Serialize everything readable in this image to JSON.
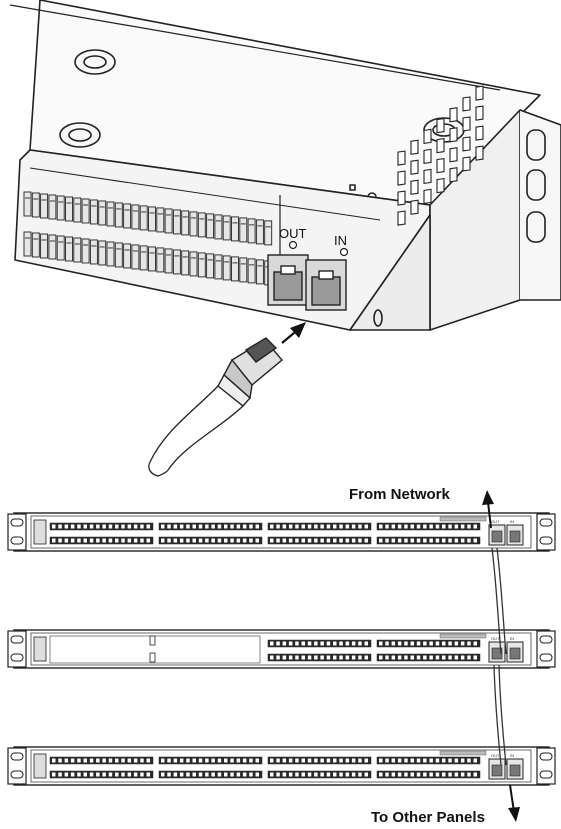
{
  "closeup": {
    "port_out_label": "OUT",
    "port_in_label": "IN"
  },
  "callouts": {
    "from_network": "From Network",
    "to_other_panels": "To Other Panels"
  },
  "panels": [
    {
      "id": "top",
      "style": "full-blocks",
      "port_out": "OUT",
      "port_in": "IN"
    },
    {
      "id": "middle",
      "style": "half-blank",
      "port_out": "OUT",
      "port_in": "IN"
    },
    {
      "id": "bottom",
      "style": "full-blocks",
      "port_out": "OUT",
      "port_in": "IN"
    }
  ]
}
